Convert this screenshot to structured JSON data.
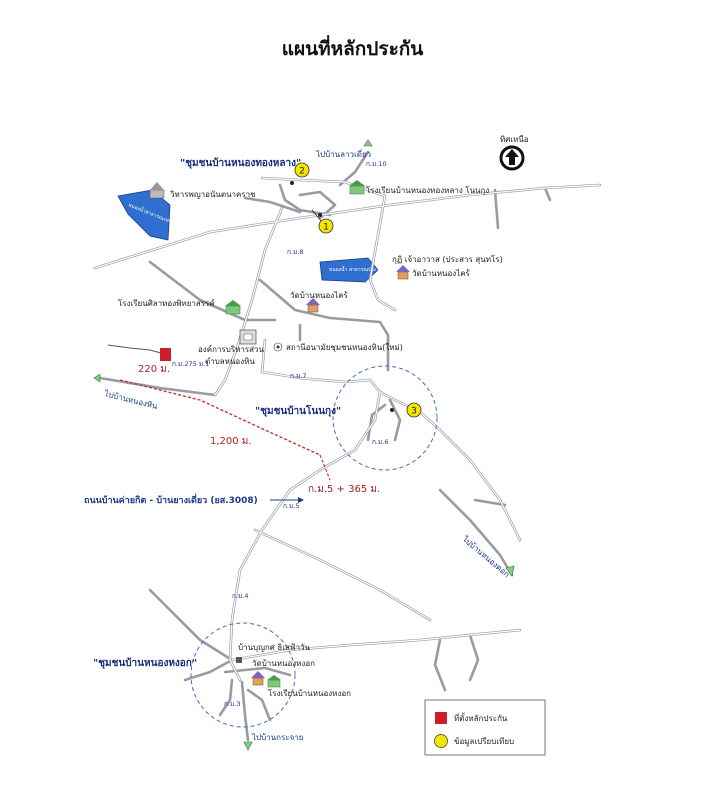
{
  "title": "แผนที่หลักประกัน",
  "north": "ทิศเหนือ",
  "communities": {
    "nong_thong_lang": "\"ชุมชนบ้านหนองทองหลาง\"",
    "non_kung": "\"ชุมชนบ้านโนนกุง\"",
    "nong_hong_ok": "\"ชุมชนบ้านหนองหงอก\""
  },
  "places": {
    "viharn": "วิหารพญาอนันตนาคราช",
    "school_ntl": "โรงเรียนบ้านหนองทองหลาง โนนกุง",
    "to_lao_khiao": "ไปบ้านลาวเดี่ยว",
    "kuti": "กุฏิ เจ้าอาวาส (ประสาร สุนทโร)",
    "wat_nong_krai_top": "วัดบ้านหนองไคร้",
    "wat_nong_krai": "วัดบ้านหนองไคร้",
    "school_sinlapa": "โรงเรียนศิลาทองพิทยาสรรค์",
    "tambon_office_1": "องค์การบริหารส่วน",
    "tambon_office_2": "ตำบลหนองหิน",
    "health_station": "สถานีอนามัยชุมชนหนองหิน(ใหม่)",
    "to_nong_hin": "ไปบ้านหนองหิน",
    "highway": "ถนนบ้านค่ายกิต - บ้านยางเดี่ยว (ยส.3008)",
    "to_nong_ok_right": "ไปบ้านหนองตอก",
    "wat_nong_hong_ok": "วัดบ้านหนองหงอก",
    "ban_boonyakarn": "บ้านบุญกศ ธิเสฟ้าวัน",
    "school_nho": "โรงเรียนบ้านหนองหงอก",
    "to_krachai": "ไปบ้านกระจาย",
    "reservoir_left": "หนองน้ำสาธารณะหนองทองหลาง",
    "pond": "หนองน้ำ สาธารณประโยชน์"
  },
  "km_labels": {
    "km10": "ก.ม.10",
    "km8": "ก.ม.8",
    "km7": "ก.ม.7",
    "km6": "ก.ม.6",
    "km5": "ก.ม.5",
    "km4": "ก.ม.4",
    "km3": "ก.ม.3",
    "km_plot": "ก.ม.275 ม.1"
  },
  "distances": {
    "d220": "220 ม.",
    "d1200": "1,200 ม.",
    "chainage": "ก.ม.5 + 365 ม."
  },
  "markers": [
    "1",
    "2",
    "3"
  ],
  "legend": {
    "collateral": "ที่ตั้งหลักประกัน",
    "comparable": "ข้อมูลเปรียบเทียบ"
  },
  "colors": {
    "collateral": "#cc1f2a",
    "comparable": "#f2e600",
    "water": "#2f6fd0",
    "road": "#9a9aa6",
    "dashed_circle": "#3a6bc4",
    "distance_line": "#c0392b"
  }
}
